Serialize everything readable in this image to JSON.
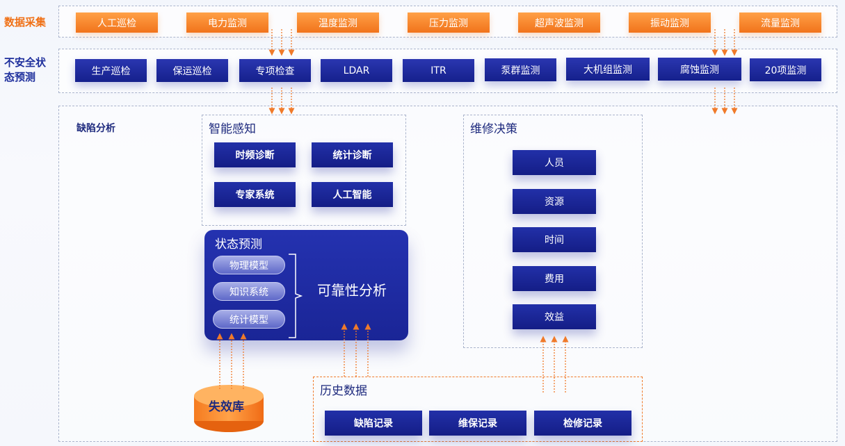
{
  "rows": {
    "data_collection": {
      "label": "数据采集",
      "items": [
        "人工巡检",
        "电力监测",
        "温度监测",
        "压力监测",
        "超声波监测",
        "振动监测",
        "流量监测"
      ]
    },
    "unsafe_state": {
      "label_line1": "不安全状",
      "label_line2": "态预测",
      "items": [
        "生产巡检",
        "保运巡检",
        "专项检查",
        "LDAR",
        "ITR",
        "泵群监测",
        "大机组监测",
        "腐蚀监测",
        "20项监测"
      ]
    }
  },
  "defect": {
    "label": "缺陷分析",
    "smart": {
      "title": "智能感知",
      "items": [
        "时频诊断",
        "统计诊断",
        "专家系统",
        "人工智能"
      ]
    },
    "maintenance": {
      "title": "维修决策",
      "items": [
        "人员",
        "资源",
        "时间",
        "费用",
        "效益"
      ]
    },
    "state_prediction": {
      "title": "状态预测",
      "pills": [
        "物理模型",
        "知识系统",
        "统计模型"
      ],
      "result": "可靠性分析"
    },
    "history": {
      "title": "历史数据",
      "items": [
        "缺陷记录",
        "维保记录",
        "检修记录"
      ]
    },
    "failure_db": "失效库"
  },
  "colors": {
    "orange": "#f1731b",
    "navy": "#1a2596",
    "arrow": "#f07a2a"
  }
}
